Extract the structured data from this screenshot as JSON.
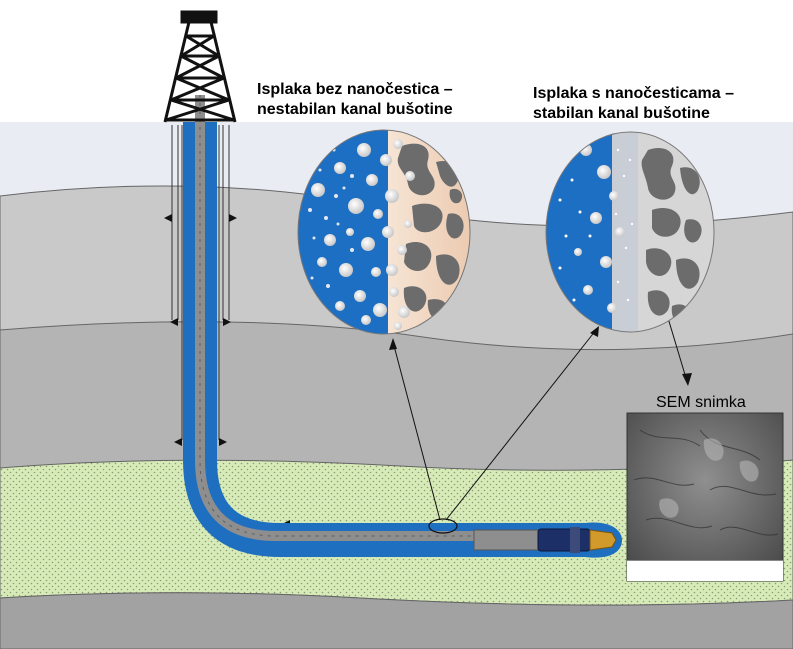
{
  "labels": {
    "left_title_line1": "Isplaka bez nanočestica –",
    "left_title_line2": "nestabilan kanal bušotine",
    "right_title_line1": "Isplaka s nanočesticama –",
    "right_title_line2": "stabilan kanal bušotine",
    "sem_caption": "SEM snimka"
  },
  "colors": {
    "sky": "#e9edf3",
    "layer_light": "#c9c9c9",
    "layer_mid": "#b4b4b4",
    "layer_dark": "#a2a2a2",
    "reservoir": "#d7ebb8",
    "mud_blue": "#1f6fc1",
    "pipe_gray": "#8e8e8e",
    "rock_tan": "#f1d5bd",
    "rock_grain": "#6f6f6f"
  }
}
